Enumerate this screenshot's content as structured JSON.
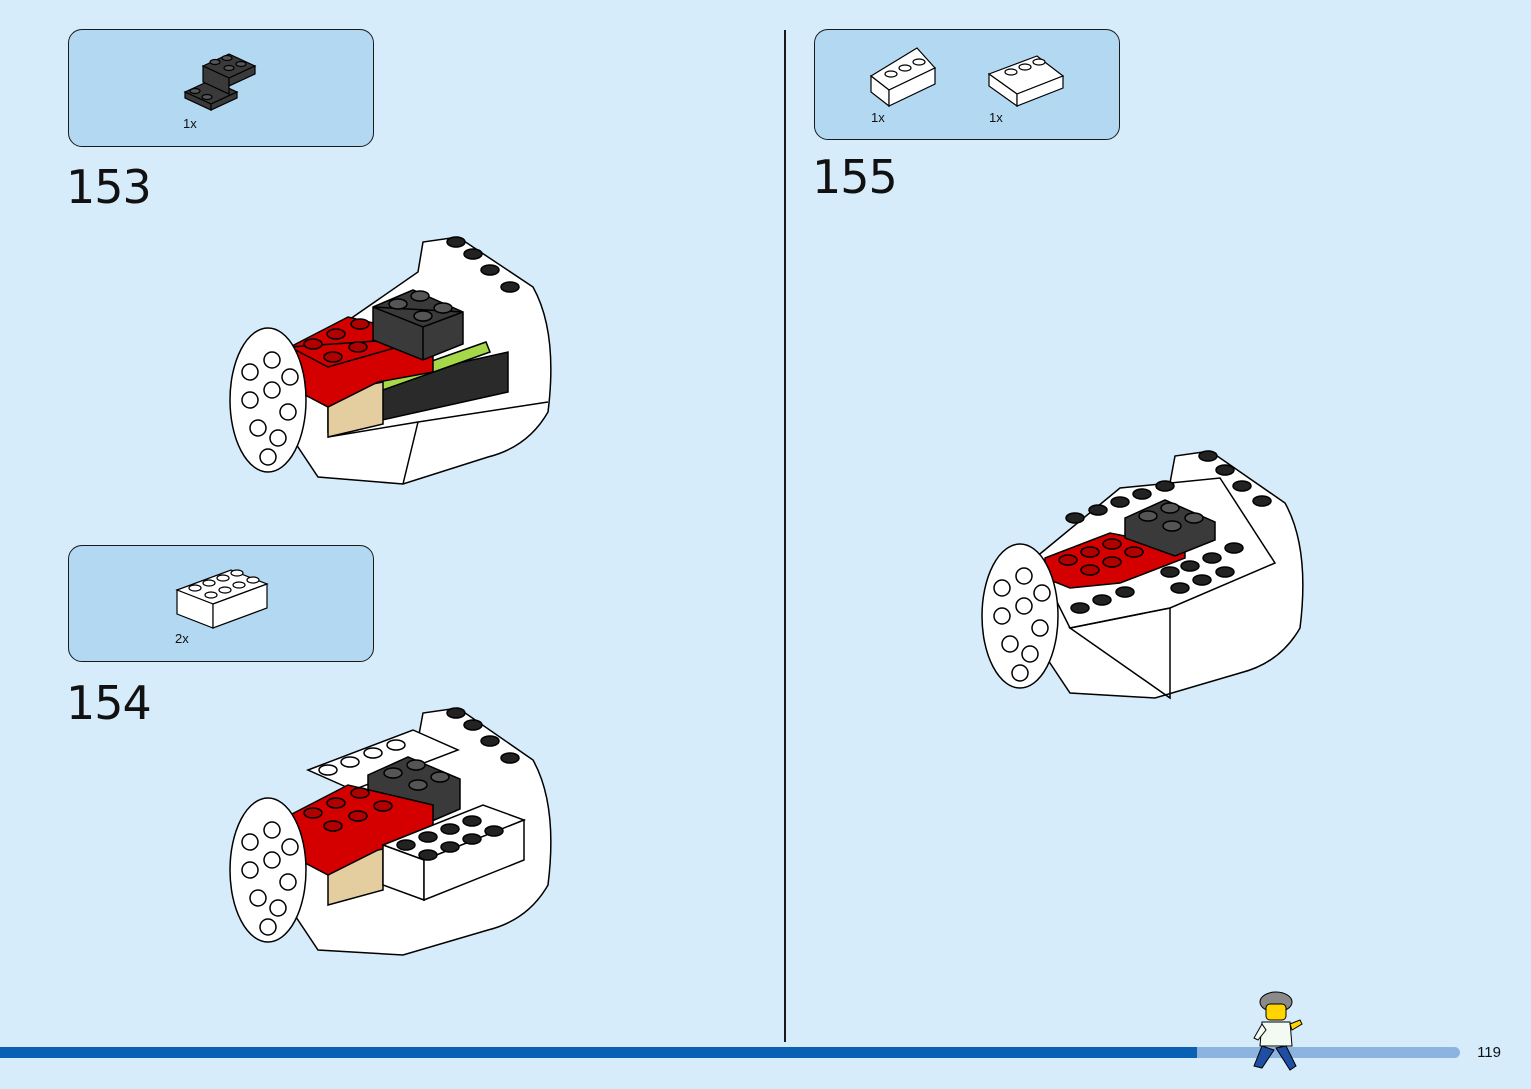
{
  "steps": [
    {
      "number": "153",
      "parts": [
        {
          "qty": "1x",
          "part": "black-bracket-plate"
        }
      ]
    },
    {
      "number": "154",
      "parts": [
        {
          "qty": "2x",
          "part": "white-brick-2x4"
        }
      ]
    },
    {
      "number": "155",
      "parts": [
        {
          "qty": "1x",
          "part": "white-wedge-plate-left"
        },
        {
          "qty": "1x",
          "part": "white-wedge-plate-right"
        }
      ]
    }
  ],
  "page_number": "119",
  "progress": {
    "fraction": 0.82
  },
  "colors": {
    "background": "#d6ecfa",
    "parts_box": "#b3d8f2",
    "progress_fill": "#0a61b3",
    "progress_rest": "#8db3e0",
    "brick_red": "#d40000",
    "brick_black": "#3a3a3a",
    "brick_white": "#ffffff",
    "brick_tan": "#e4cd9e",
    "brick_lime": "#a5d94a"
  }
}
